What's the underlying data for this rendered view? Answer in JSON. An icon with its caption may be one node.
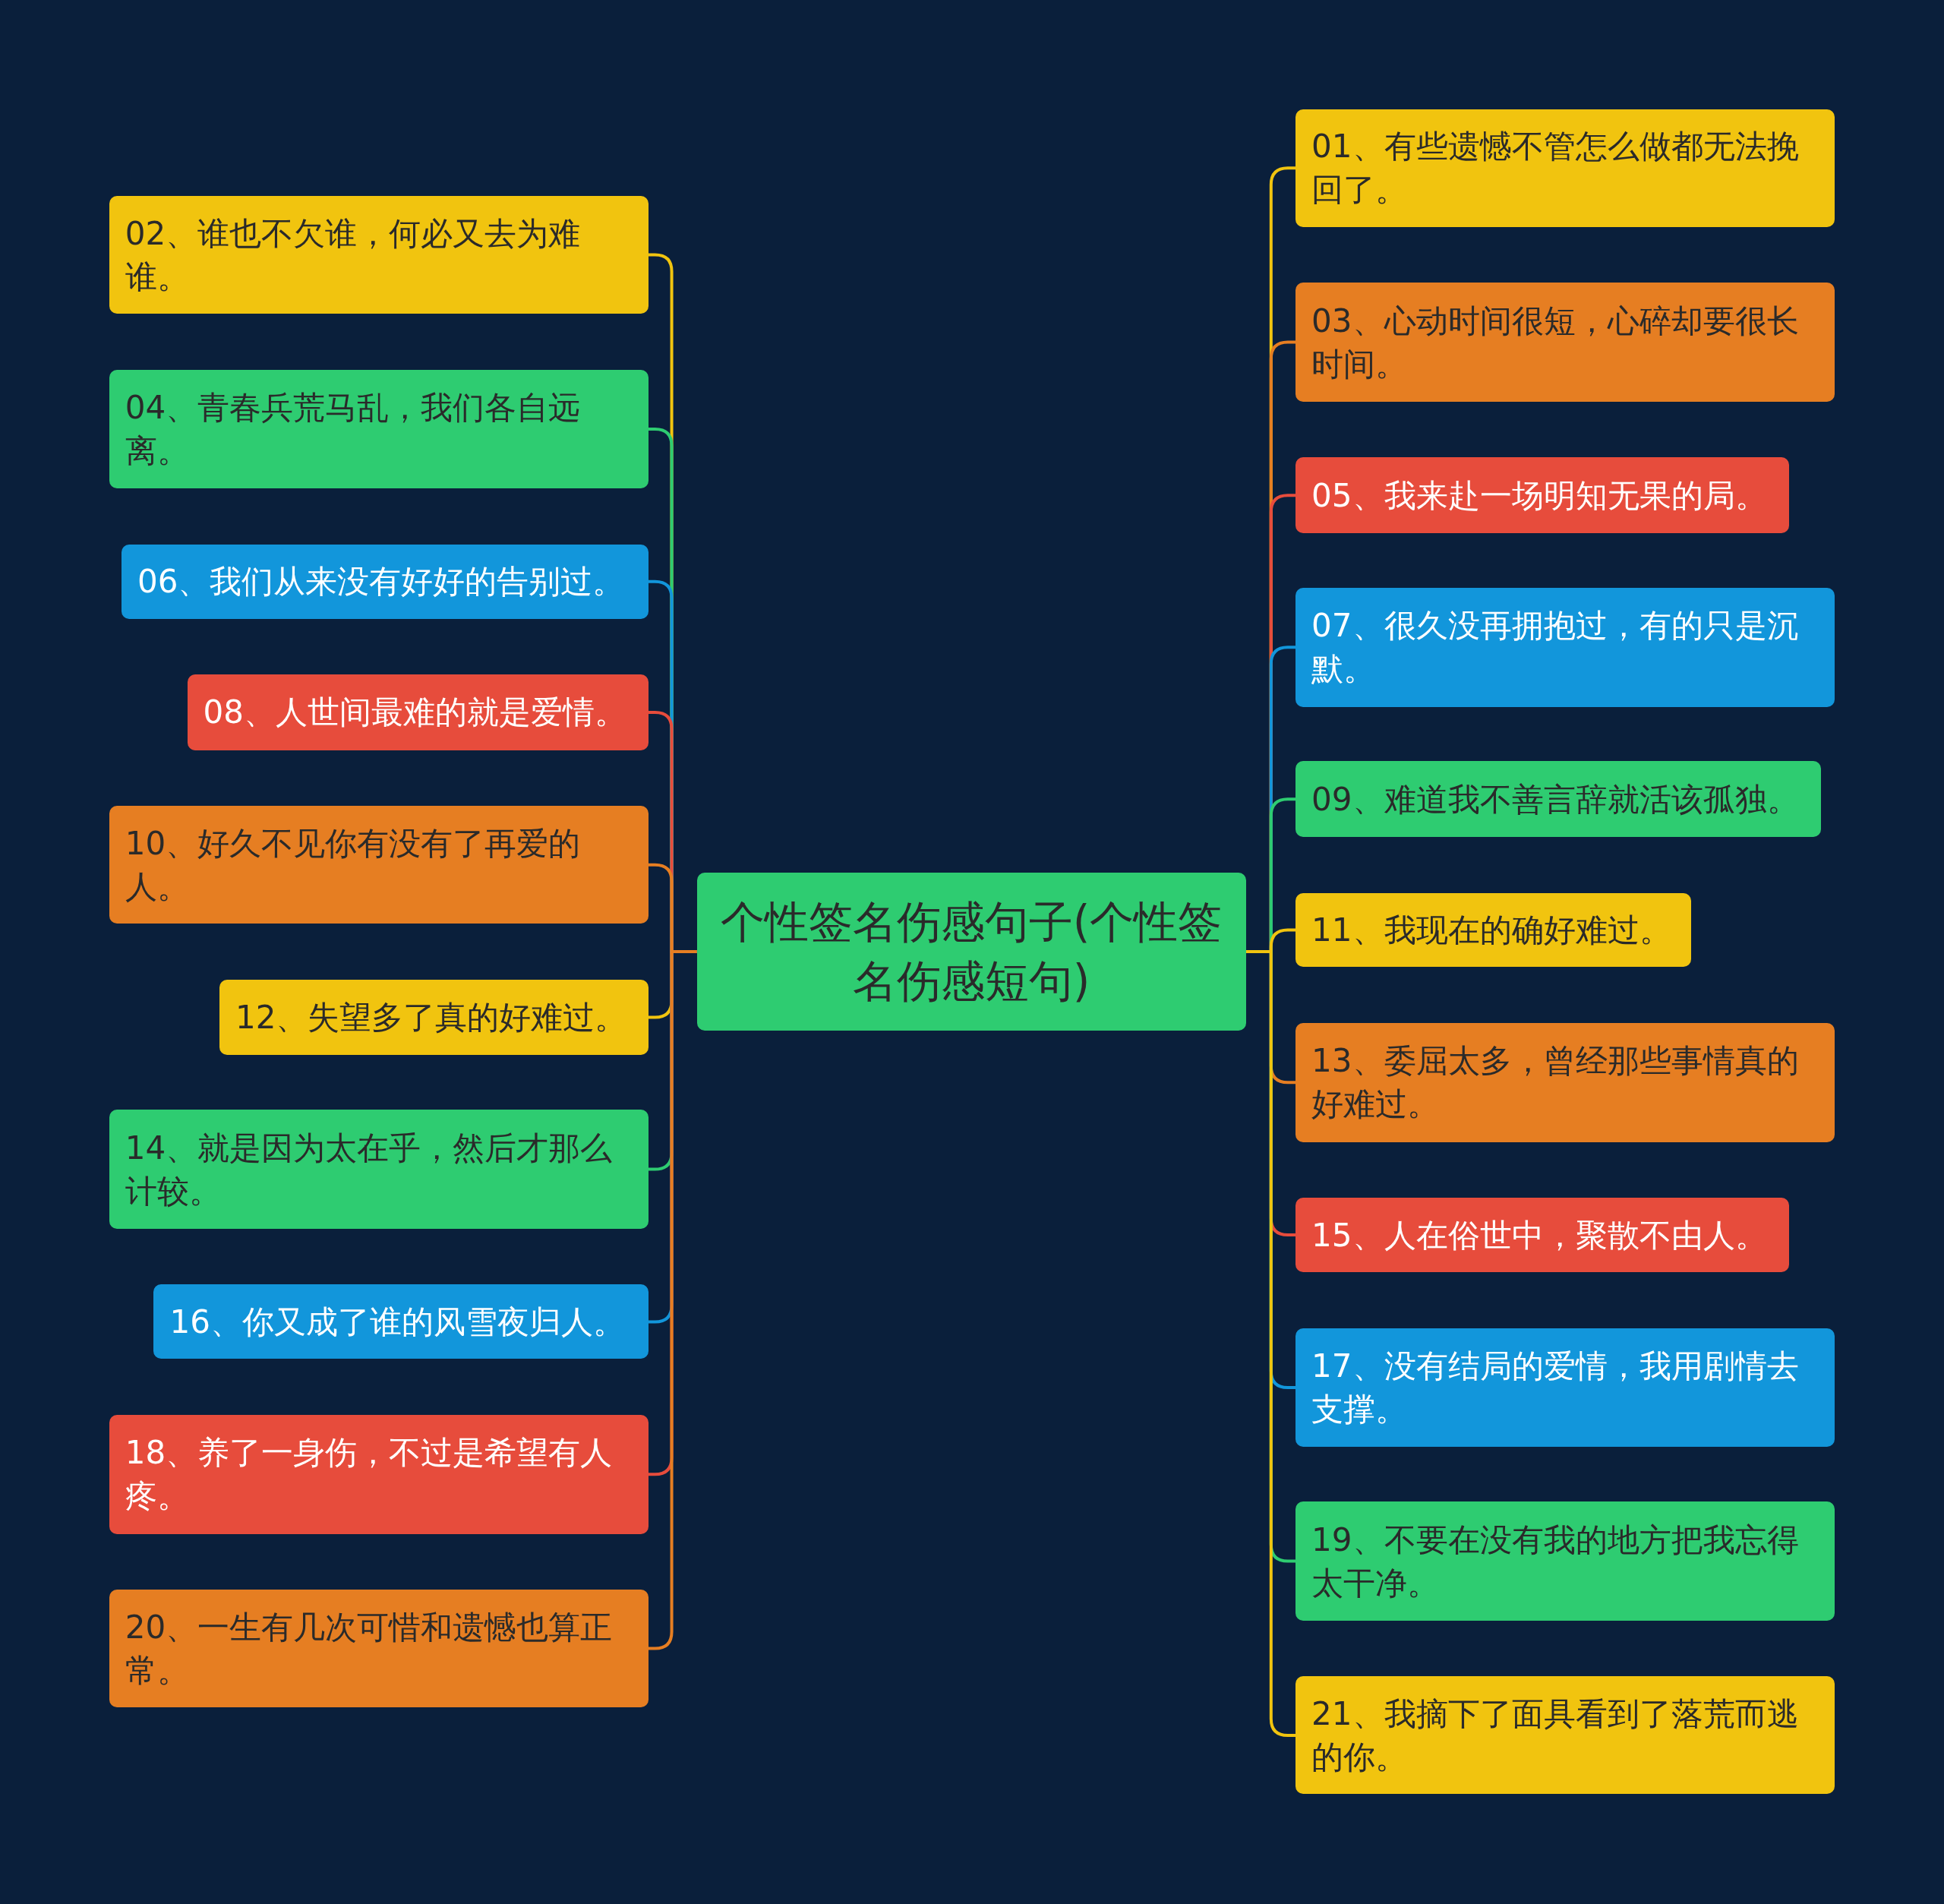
{
  "diagram": {
    "nodes": [
      {
        "text": [
          "个性签名伤感句子(个性签名伤感短句)"
        ]
      },
      {
        "text": [
          "01、有些遗憾不管怎么做都无法挽回了。"
        ]
      },
      {
        "text": [
          "02、谁也不欠谁，何必又去为难谁。"
        ]
      },
      {
        "text": [
          "03、心动时间很短，心碎却要很长时间。"
        ]
      },
      {
        "text": [
          "04、青春兵荒马乱，我们各自远离。"
        ]
      },
      {
        "text": [
          "05、我来赴一场明知无果的局。"
        ]
      },
      {
        "text": [
          "06、我们从来没有好好的告别过。"
        ]
      },
      {
        "text": [
          "07、很久没再拥抱过，有的只是沉默。"
        ]
      },
      {
        "text": [
          "08、人世间最难的就是爱情。"
        ]
      },
      {
        "text": [
          "09、难道我不善言辞就活该孤独。"
        ]
      },
      {
        "text": [
          "10、好久不见你有没有了再爱的人。"
        ]
      },
      {
        "text": [
          "11、我现在的确好难过。"
        ]
      },
      {
        "text": [
          "12、失望多了真的好难过。"
        ]
      },
      {
        "text": [
          "13、委屈太多，曾经那些事情真的好难过。"
        ]
      },
      {
        "text": [
          "14、就是因为太在乎，然后才那么计较。"
        ]
      },
      {
        "text": [
          "15、人在俗世中，聚散不由人。"
        ]
      },
      {
        "text": [
          "16、你又成了谁的风雪夜归人。"
        ]
      },
      {
        "text": [
          "17、没有结局的爱情，我用剧情去支撑。"
        ]
      },
      {
        "text": [
          "18、养了一身伤，不过是希望有人疼。"
        ]
      },
      {
        "text": [
          "19、不要在没有我的地方把我忘得太干净。"
        ]
      },
      {
        "text": [
          "20、一生有几次可惜和遗憾也算正常。"
        ]
      },
      {
        "text": [
          "21、我摘下了面具看到了落荒而逃的你。"
        ]
      }
    ],
    "edges": [
      {
        "from": 0,
        "to": 1,
        "arrow": "none"
      },
      {
        "from": 0,
        "to": 2,
        "arrow": "none"
      },
      {
        "from": 0,
        "to": 3,
        "arrow": "none",
        "color": "#e67e22"
      },
      {
        "from": 0,
        "to": 4,
        "arrow": "none",
        "color": "#2ecc71"
      },
      {
        "from": 0,
        "to": 5,
        "arrow": "none",
        "color": "#e74c3c"
      },
      {
        "from": 0,
        "to": 6,
        "arrow": "none",
        "color": "#1296db"
      },
      {
        "from": 0,
        "to": 7,
        "arrow": "none",
        "color": "#1296db"
      },
      {
        "from": 0,
        "to": 8,
        "arrow": "none",
        "color": "#e74c3c"
      },
      {
        "from": 0,
        "to": 9,
        "arrow": "none",
        "color": "#2ecc71"
      },
      {
        "from": 0,
        "to": 10,
        "arrow": "none",
        "color": "#e67e22"
      },
      {
        "from": 0,
        "to": 11,
        "arrow": "none"
      },
      {
        "from": 0,
        "to": 12,
        "arrow": "none"
      },
      {
        "from": 0,
        "to": 13,
        "arrow": "none",
        "color": "#e67e22"
      },
      {
        "from": 0,
        "to": 14,
        "arrow": "none",
        "color": "#2ecc71"
      },
      {
        "from": 0,
        "to": 15,
        "arrow": "none",
        "color": "#e74c3c"
      },
      {
        "from": 0,
        "to": 16,
        "arrow": "none",
        "color": "#1296db"
      },
      {
        "from": 0,
        "to": 17,
        "arrow": "none",
        "color": "#1296db"
      },
      {
        "from": 0,
        "to": 18,
        "arrow": "none",
        "color": "#e74c3c"
      },
      {
        "from": 0,
        "to": 19,
        "arrow": "none",
        "color": "#2ecc71"
      },
      {
        "from": 0,
        "to": 20,
        "arrow": "none",
        "color": "#e67e22"
      },
      {
        "from": 0,
        "to": 21,
        "arrow": "none"
      }
    ]
  }
}
